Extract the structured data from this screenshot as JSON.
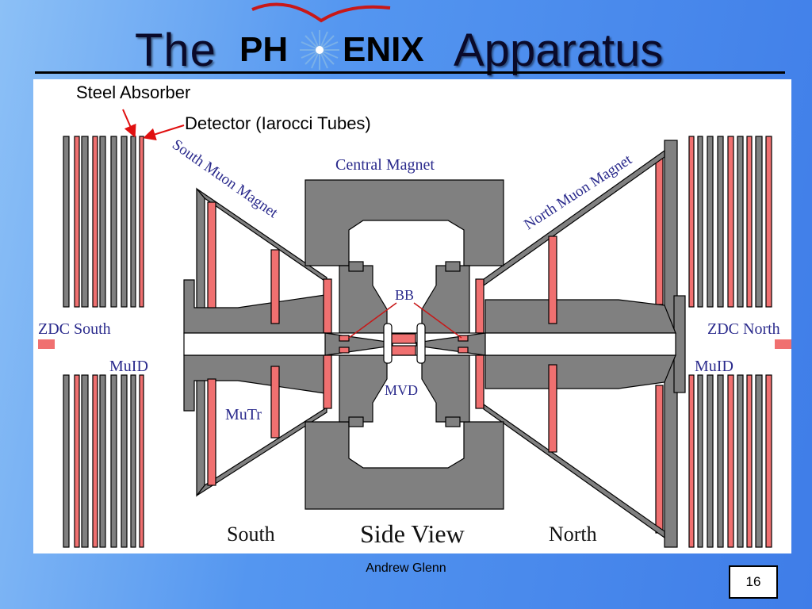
{
  "title": {
    "the": "The",
    "ph": "PH",
    "enix": "ENIX",
    "apparatus": "Apparatus"
  },
  "annotations": {
    "steel_absorber": "Steel Absorber",
    "detector": "Detector (Iarocci Tubes)"
  },
  "labels": {
    "central_magnet": "Central Magnet",
    "south_muon_magnet": "South Muon Magnet",
    "north_muon_magnet": "North Muon Magnet",
    "bb": "BB",
    "mvd": "MVD",
    "zdc_south": "ZDC South",
    "zdc_north": "ZDC North",
    "muid_south": "MuID",
    "muid_north": "MuID",
    "mutr": "MuTr",
    "south": "South",
    "side_view": "Side View",
    "north": "North"
  },
  "footer": {
    "author": "Andrew Glenn",
    "page": "16"
  },
  "colors": {
    "steel": "#808080",
    "detector": "#f07070",
    "label": "#2a2a8c",
    "annotation_arrow": "#e01010"
  }
}
